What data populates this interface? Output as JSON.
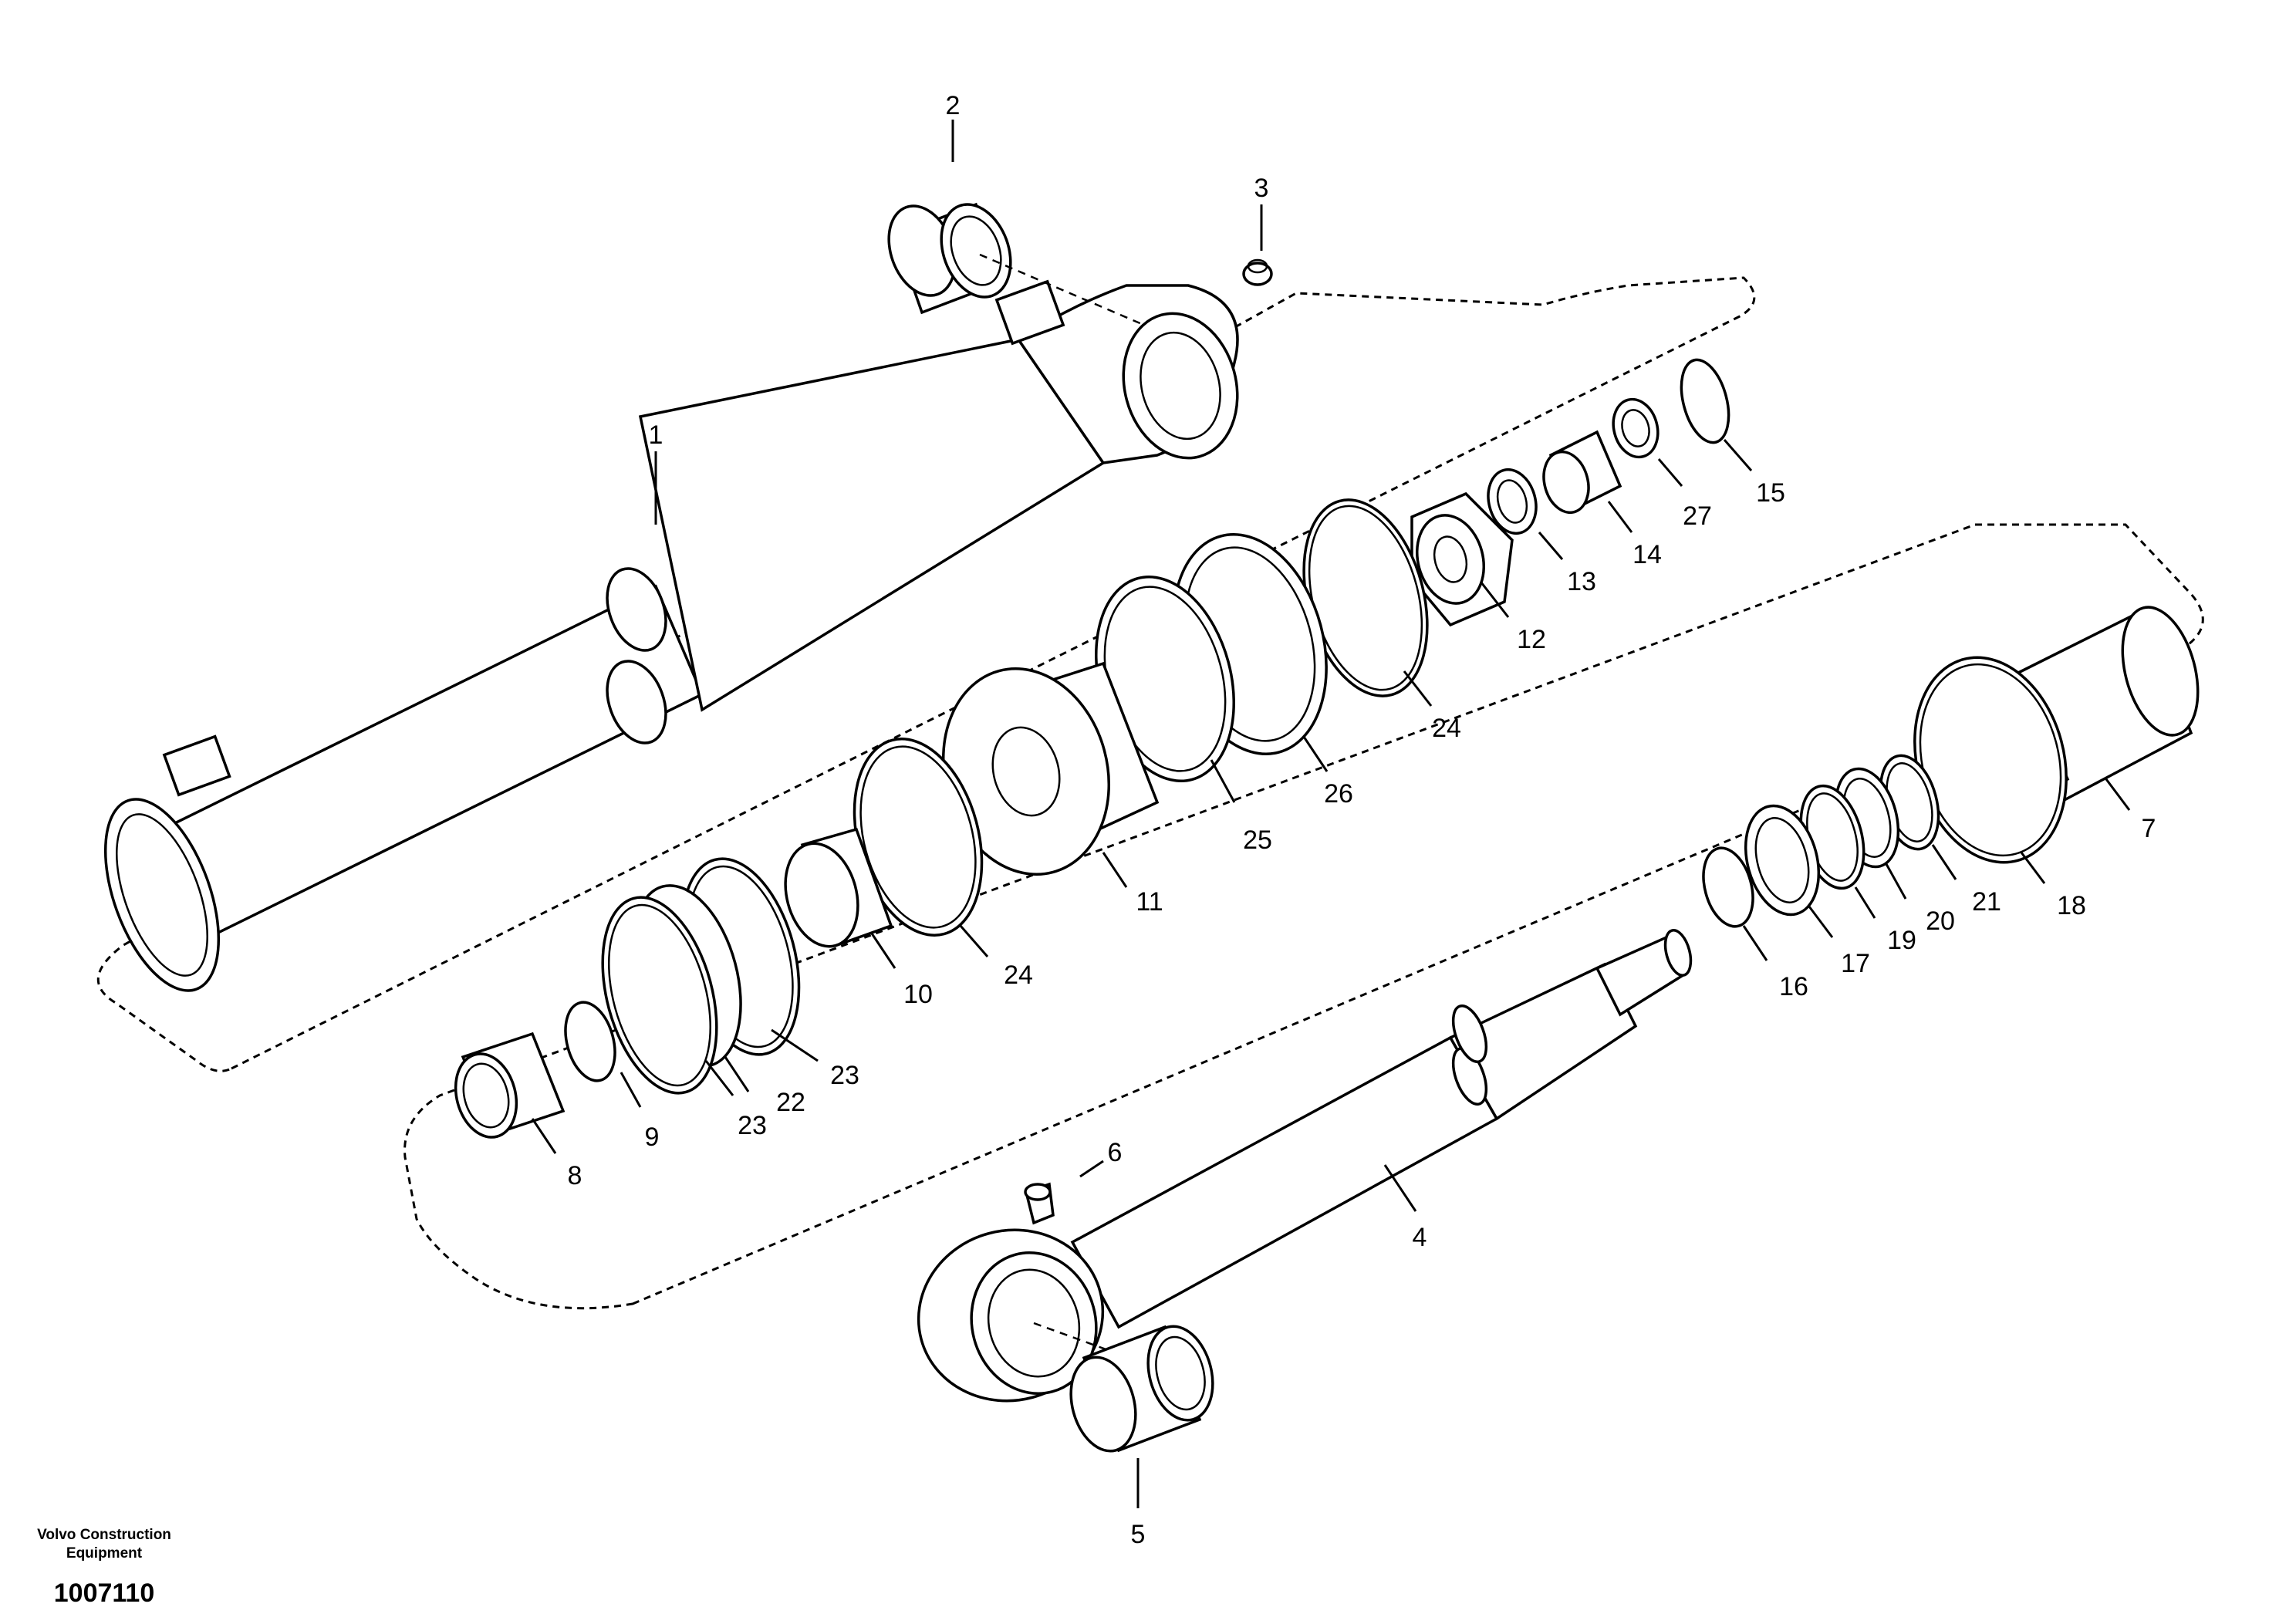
{
  "diagram": {
    "callouts": [
      "1",
      "2",
      "3",
      "4",
      "5",
      "6",
      "7",
      "8",
      "9",
      "10",
      "11",
      "12",
      "13",
      "14",
      "15",
      "16",
      "17",
      "18",
      "19",
      "20",
      "21",
      "22",
      "23",
      "23",
      "24",
      "24",
      "25",
      "26",
      "27"
    ]
  },
  "footer": {
    "company_line1": "Volvo Construction",
    "company_line2": "Equipment",
    "drawing_number": "1007110"
  }
}
